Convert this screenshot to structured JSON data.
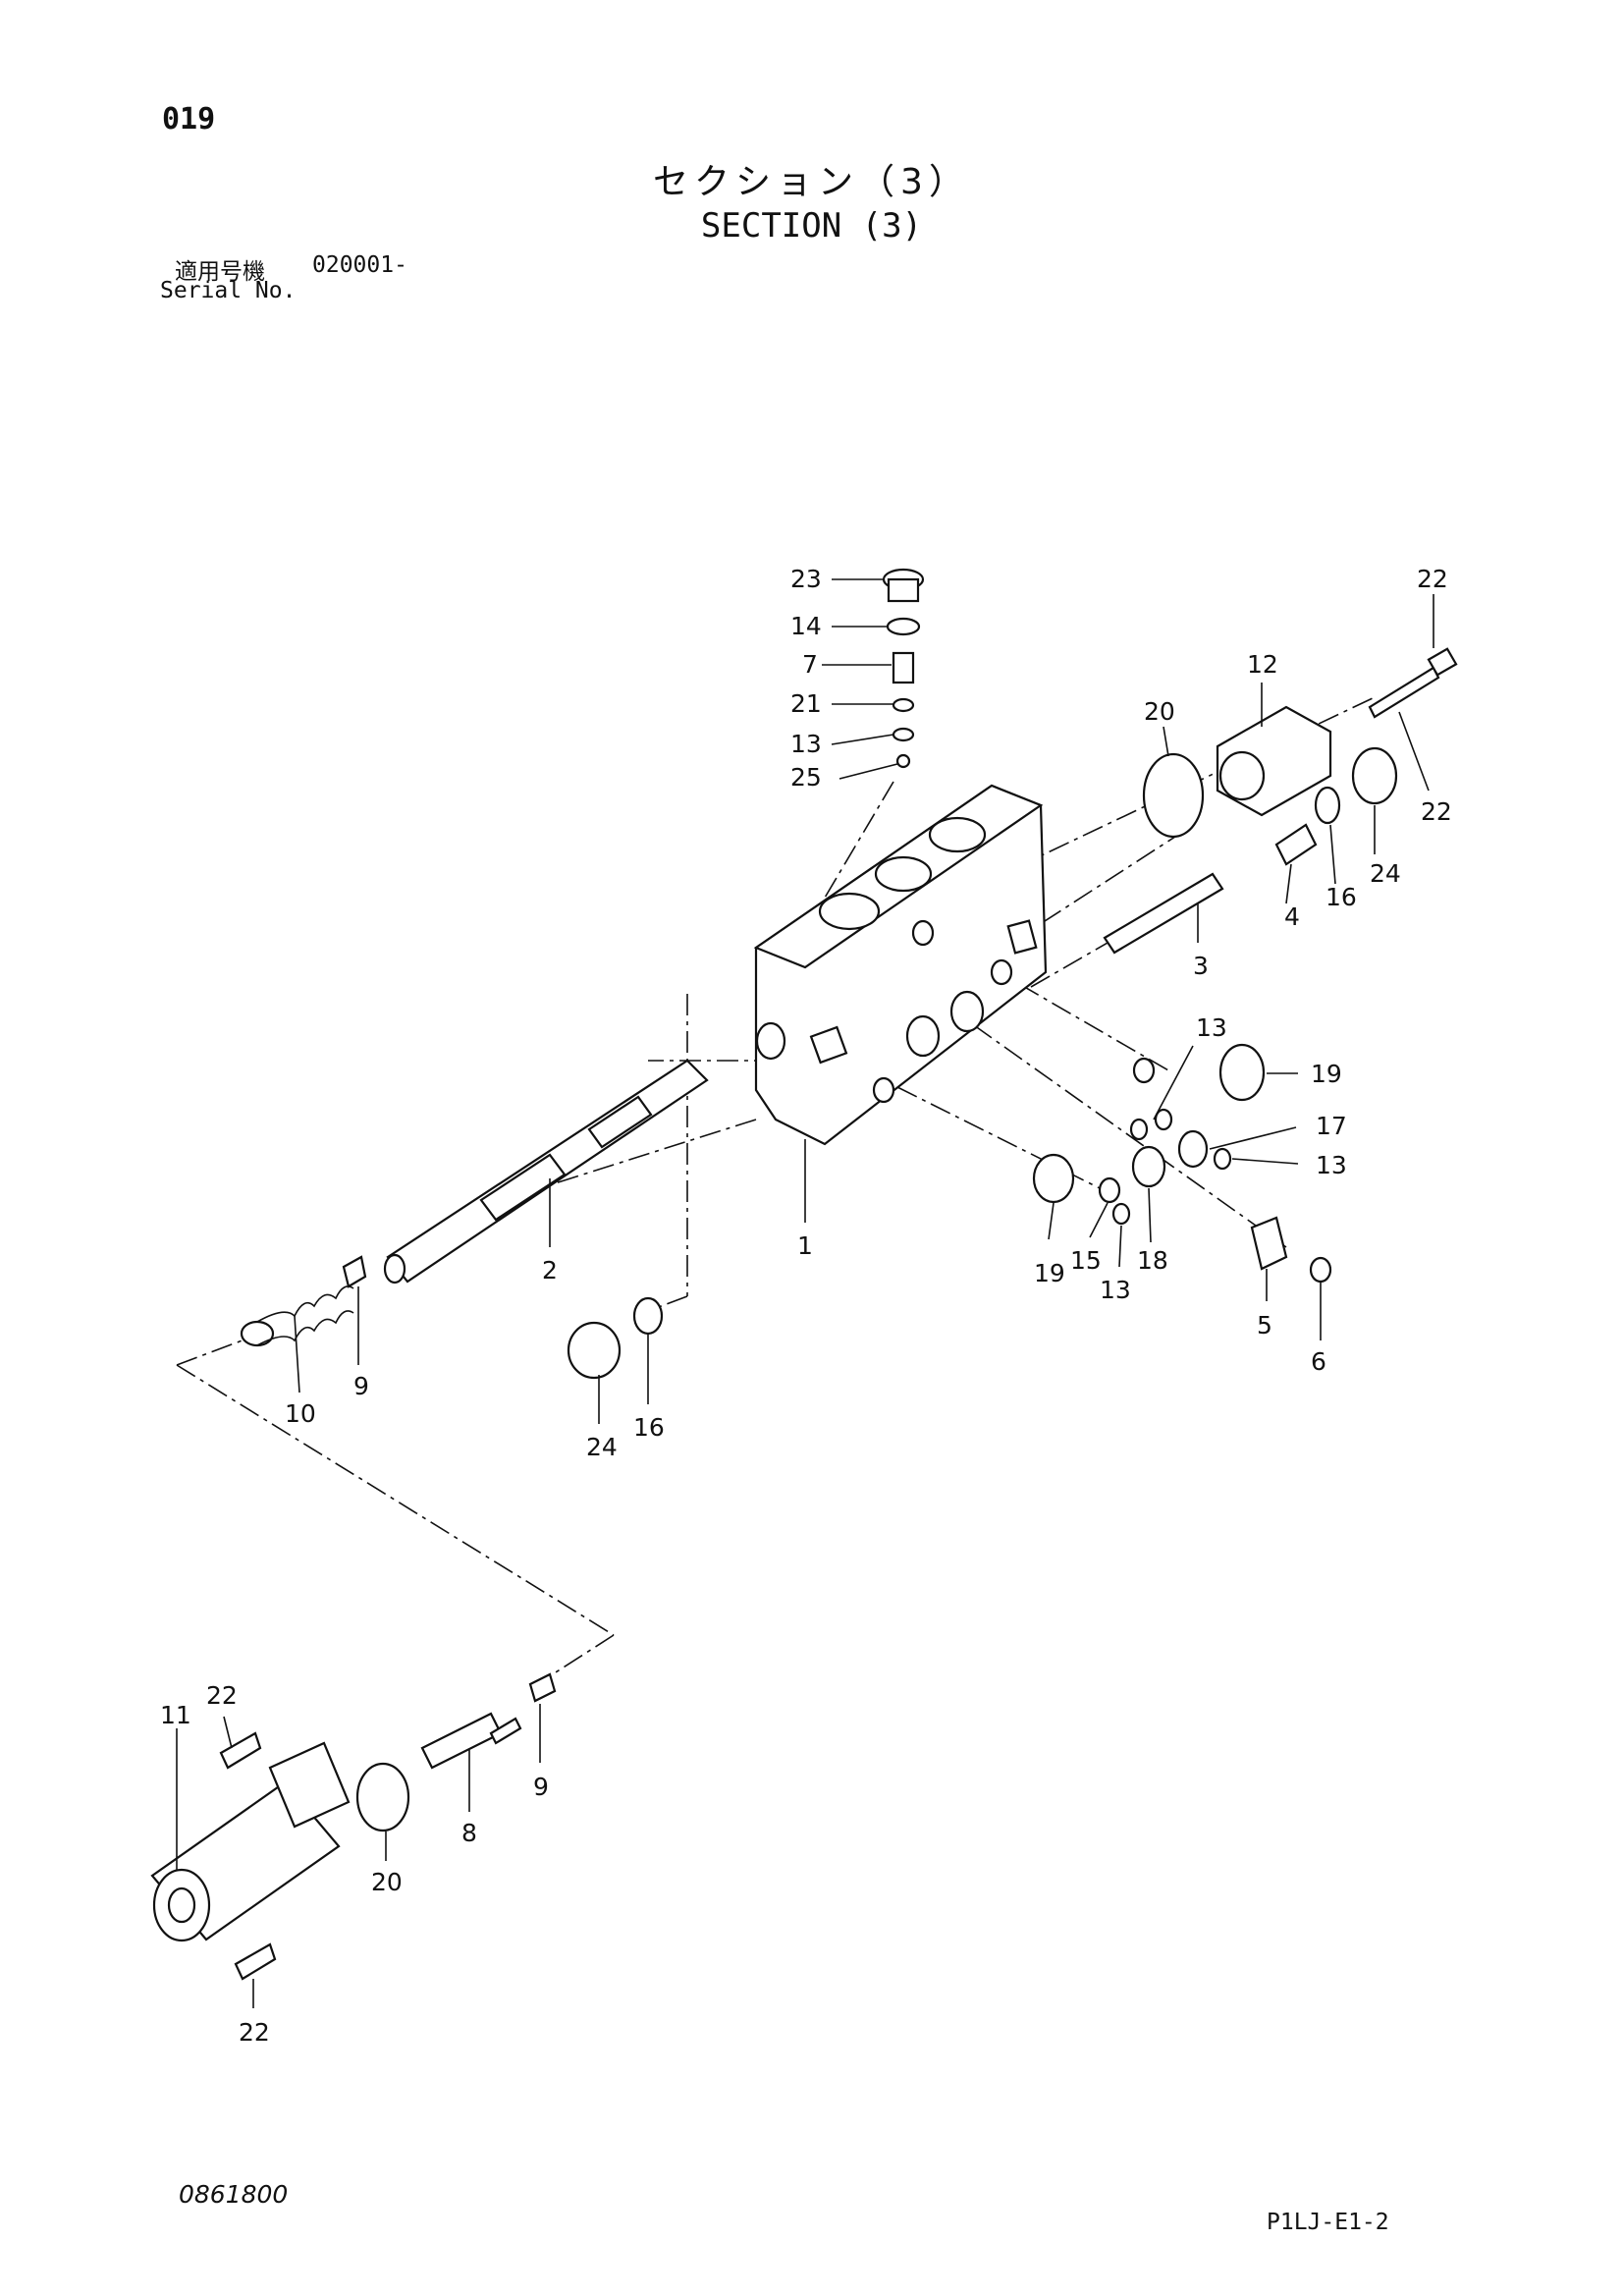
{
  "header": {
    "page_number": "019",
    "title_jp": "セクション（3）",
    "title_en": "SECTION (3)",
    "serial_label_jp": "適用号機",
    "serial_value": "020001-",
    "serial_label_en": "Serial No."
  },
  "footer": {
    "drawing_number": "0861800",
    "doc_code": "P1LJ-E1-2"
  },
  "callouts": [
    {
      "label": "23"
    },
    {
      "label": "14"
    },
    {
      "label": "7"
    },
    {
      "label": "21"
    },
    {
      "label": "13"
    },
    {
      "label": "25"
    },
    {
      "label": "22"
    },
    {
      "label": "12"
    },
    {
      "label": "20"
    },
    {
      "label": "22"
    },
    {
      "label": "24"
    },
    {
      "label": "16"
    },
    {
      "label": "4"
    },
    {
      "label": "3"
    },
    {
      "label": "13"
    },
    {
      "label": "19"
    },
    {
      "label": "17"
    },
    {
      "label": "13"
    },
    {
      "label": "19"
    },
    {
      "label": "15"
    },
    {
      "label": "13"
    },
    {
      "label": "18"
    },
    {
      "label": "5"
    },
    {
      "label": "6"
    },
    {
      "label": "1"
    },
    {
      "label": "2"
    },
    {
      "label": "9"
    },
    {
      "label": "10"
    },
    {
      "label": "16"
    },
    {
      "label": "24"
    },
    {
      "label": "11"
    },
    {
      "label": "22"
    },
    {
      "label": "20"
    },
    {
      "label": "8"
    },
    {
      "label": "9"
    },
    {
      "label": "22"
    }
  ]
}
